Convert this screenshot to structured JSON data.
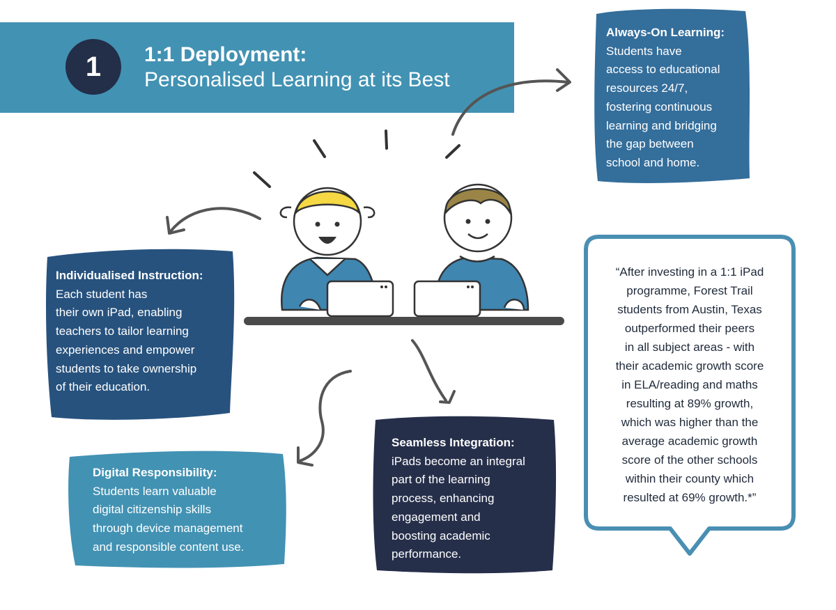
{
  "header": {
    "number": "1",
    "title": "1:1 Deployment:",
    "subtitle": "Personalised Learning at its Best"
  },
  "cards": {
    "always_on": {
      "heading": "Always-On Learning:",
      "lines": [
        "Students have",
        "access to educational",
        "resources 24/7,",
        "fostering continuous",
        "learning and bridging",
        "the gap between",
        "school and home."
      ]
    },
    "individualised": {
      "heading": "Individualised Instruction:",
      "lines": [
        "Each student has",
        "their own iPad, enabling",
        "teachers to tailor learning",
        "experiences and empower",
        "students to take ownership",
        "of their education."
      ]
    },
    "digital": {
      "heading": "Digital Responsibility:",
      "lines": [
        "Students learn valuable",
        "digital citizenship skills",
        "through device management",
        "and responsible content use."
      ]
    },
    "seamless": {
      "heading": "Seamless Integration:",
      "lines": [
        "iPads become an integral",
        "part of the learning",
        "process, enhancing",
        "engagement and",
        "boosting academic",
        "performance."
      ]
    }
  },
  "quote": {
    "lines": [
      "“After investing in a 1:1 iPad",
      "programme, Forest Trail",
      "students from Austin, Texas",
      "outperformed their peers",
      "in all subject areas - with",
      "their academic growth score",
      "in ELA/reading and maths",
      "resulting at 89% growth,",
      "which was higher than the",
      "average academic growth",
      "score of the other schools",
      "within their county which",
      "resulted at 69% growth.*”"
    ]
  },
  "colors": {
    "banner": "#4292b3",
    "navy": "#232e48",
    "always_on": "#346e9b",
    "individualised": "#27527e",
    "digital": "#4292b3",
    "seamless": "#262f4a",
    "quote_border": "#4a8fb3",
    "arrow": "#555555"
  },
  "icons": {
    "illustration": "children-with-ipads-illustration"
  }
}
